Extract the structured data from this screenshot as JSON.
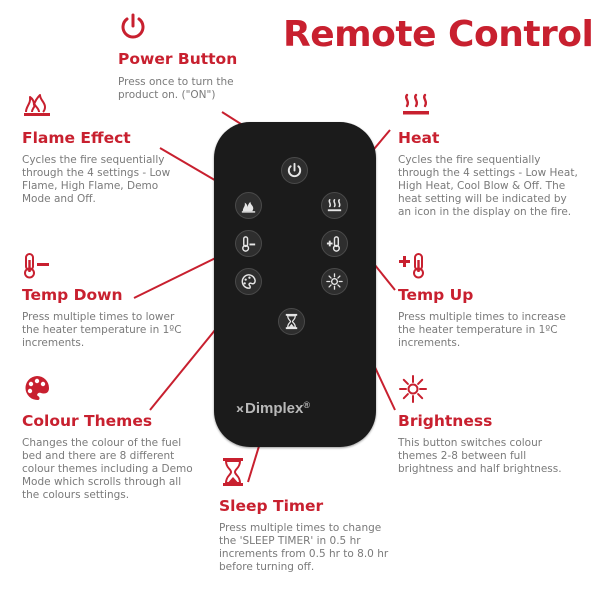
{
  "title": "Remote Control",
  "brand": {
    "name": "Dimplex",
    "trademark": "®"
  },
  "accent_color": "#c8202f",
  "callouts": {
    "power": {
      "heading": "Power Button",
      "description": "Press once to turn the product on. (\"ON\")",
      "icon": "power-icon"
    },
    "flame": {
      "heading": "Flame Effect",
      "description": "Cycles the fire sequentially through the 4 settings - Low Flame, High Flame, Demo Mode and Off.",
      "icon": "flame-icon"
    },
    "heat": {
      "heading": "Heat",
      "description": "Cycles the fire sequentially through the 4 settings - Low Heat, High Heat, Cool Blow & Off. The heat setting will be indicated by an icon in the display on the fire.",
      "icon": "heat-waves-icon"
    },
    "temp_down": {
      "heading": "Temp Down",
      "description": "Press multiple times to lower the heater temperature in 1ºC increments.",
      "icon": "thermometer-minus-icon"
    },
    "temp_up": {
      "heading": "Temp Up",
      "description": "Press multiple times to increase the heater temperature in 1ºC increments.",
      "icon": "thermometer-plus-icon"
    },
    "colour": {
      "heading": "Colour Themes",
      "description": "Changes the colour of the fuel bed and there are 8 different colour themes including a Demo Mode which scrolls through all the colours settings.",
      "icon": "palette-icon"
    },
    "brightness": {
      "heading": "Brightness",
      "description": "This button switches colour themes 2-8 between full brightness and half brightness.",
      "icon": "sun-icon"
    },
    "sleep": {
      "heading": "Sleep Timer",
      "description": "Press multiple times to change the 'SLEEP TIMER' in 0.5 hr increments from 0.5 hr to 8.0 hr before turning off.",
      "icon": "hourglass-icon"
    }
  }
}
